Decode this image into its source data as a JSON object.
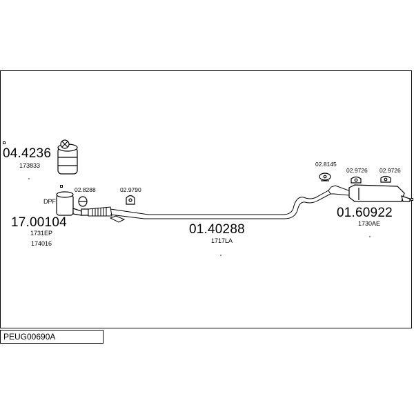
{
  "diagram_code": "PEUG00690A",
  "parts": {
    "cat_front": {
      "number": "04.4236",
      "ref": "173833"
    },
    "dpf": {
      "label": "DPF",
      "number": "17.00104",
      "ref1": "1731EP",
      "ref2": "174016"
    },
    "middle_pipe": {
      "number": "01.40288",
      "ref": "1717LA"
    },
    "rear_silencer": {
      "number": "01.60922",
      "ref": "1730AE"
    },
    "clamp_1": {
      "number": "02.8288"
    },
    "mount_1": {
      "number": "02.9790"
    },
    "mount_2": {
      "number": "02.8145"
    },
    "mount_3": {
      "number": "02.9726"
    },
    "mount_4": {
      "number": "02.9726"
    }
  }
}
